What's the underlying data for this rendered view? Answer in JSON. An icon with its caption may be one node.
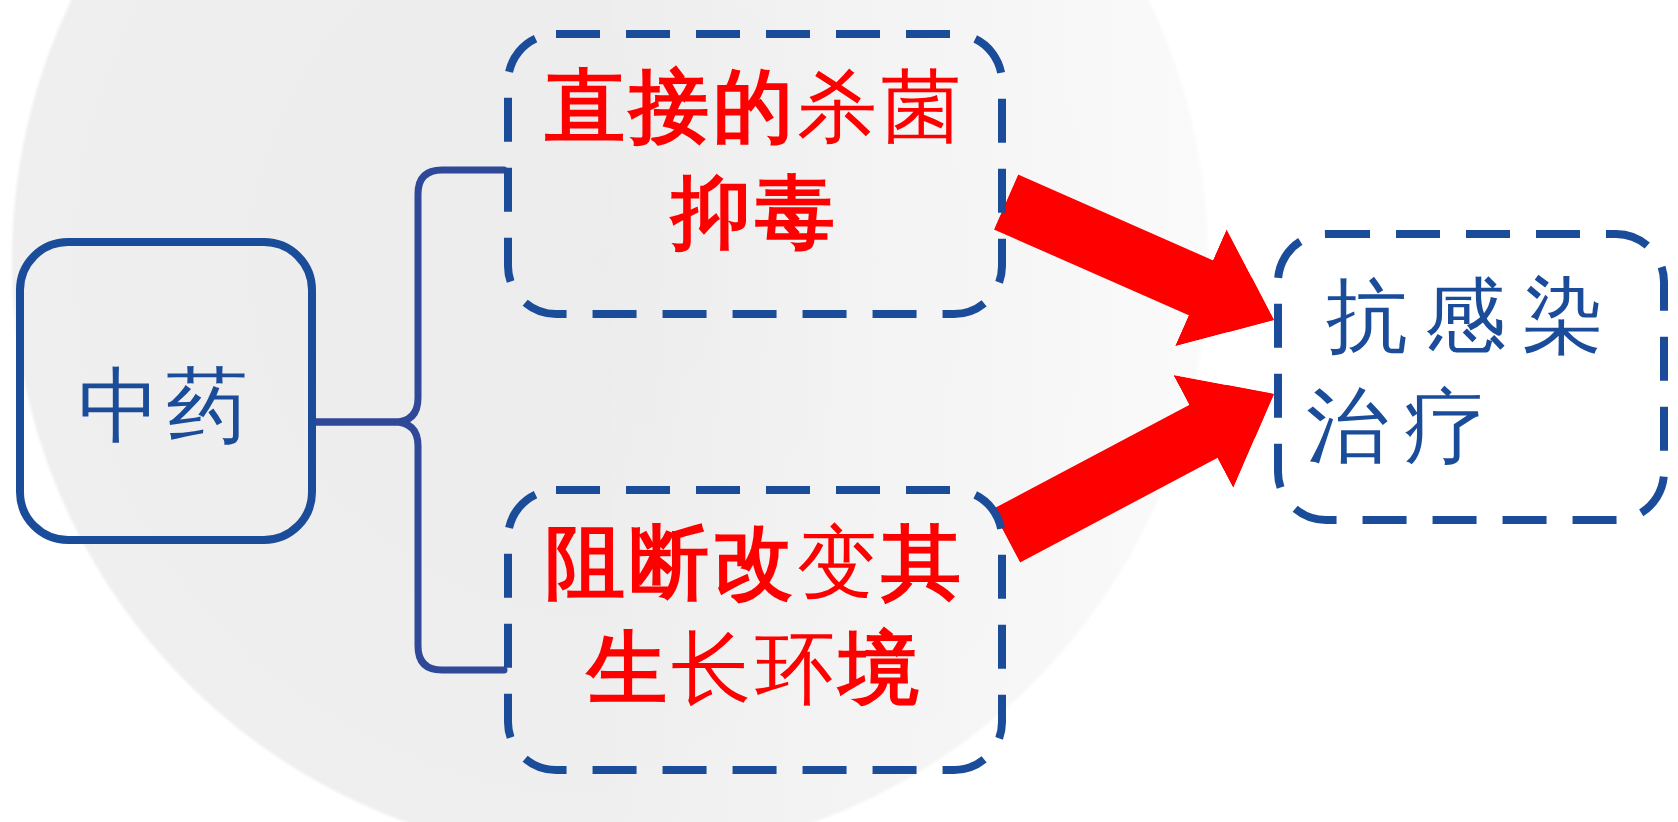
{
  "diagram": {
    "nodes": [
      {
        "text": [
          "中药"
        ]
      },
      {
        "text": [
          "**直接的**杀菌**抑毒**"
        ]
      },
      {
        "text": [
          "**阻断改**变**其生**长环**境**"
        ]
      },
      {
        "text": [
          "抗感染治疗"
        ]
      }
    ],
    "edges": [
      {
        "from": 0,
        "to": 1,
        "arrow": "none"
      },
      {
        "from": 0,
        "to": 2,
        "arrow": "none"
      },
      {
        "from": 1,
        "to": 3,
        "arrow": "to",
        "style": "thick",
        "color": "#ff0000"
      },
      {
        "from": 2,
        "to": 3,
        "arrow": "to",
        "style": "thick",
        "color": "#ff0000"
      }
    ]
  }
}
